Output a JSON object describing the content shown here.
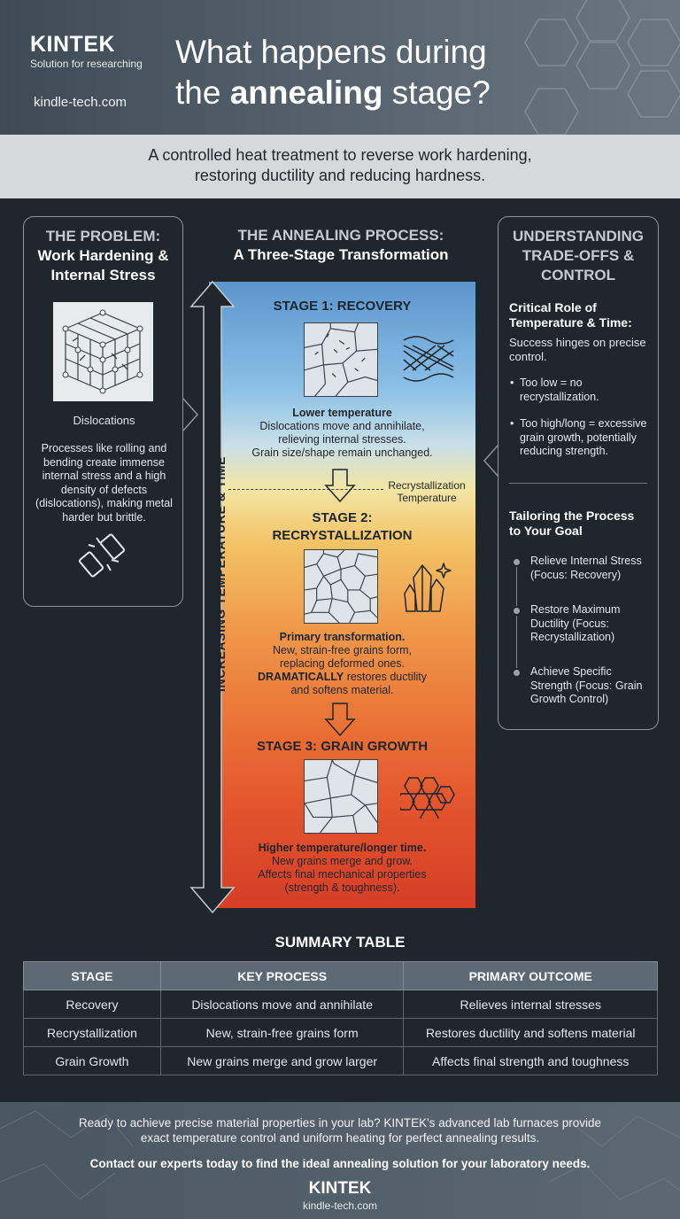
{
  "header": {
    "brand": "KINTEK",
    "tagline": "Solution for researching",
    "website": "kindle-tech.com",
    "title_pre": "What happens during",
    "title_line2_pre": "the ",
    "title_emphasis": "annealing",
    "title_line2_post": " stage?"
  },
  "subtitle": {
    "line1": "A controlled heat treatment to reverse work hardening,",
    "line2": "restoring ductility and reducing hardness."
  },
  "problem": {
    "heading": "THE PROBLEM:",
    "subheading_1": "Work Hardening &",
    "subheading_2": "Internal Stress",
    "image_label": "Dislocations",
    "text": "Processes like rolling and bending create immense internal stress and a high density of defects (dislocations), making metal harder but brittle.",
    "icon": "broken-link-icon"
  },
  "process": {
    "heading": "THE ANNEALING PROCESS:",
    "subheading": "A Three-Stage Transformation",
    "axis_label": "INCREASING TEMPERATURE & TIME",
    "recrystallization_temp_1": "Recrystallization",
    "recrystallization_temp_2": "Temperature",
    "stages": [
      {
        "title": "STAGE 1: RECOVERY",
        "lead": "Lower temperature",
        "desc_1": "Dislocations move and annihilate,",
        "desc_2": "relieving internal stresses.",
        "desc_3": "Grain size/shape remain unchanged.",
        "icon": "lattice-wave-icon"
      },
      {
        "title_1": "STAGE 2:",
        "title_2": "RECRYSTALLIZATION",
        "lead": "Primary transformation.",
        "desc_1": "New, strain-free grains form,",
        "desc_2": "replacing deformed ones.",
        "desc_3_bold": "DRAMATICALLY",
        "desc_3_rest": " restores ductility",
        "desc_4": "and softens material.",
        "icon": "crystal-icon"
      },
      {
        "title": "STAGE 3: GRAIN GROWTH",
        "lead": "Higher temperature/longer time.",
        "desc_1": "New grains merge and grow.",
        "desc_2": "Affects final mechanical properties",
        "desc_3": "(strength & toughness).",
        "icon": "hexagon-cluster-icon"
      }
    ]
  },
  "tradeoffs": {
    "heading_1": "UNDERSTANDING",
    "heading_2": "TRADE-OFFS &",
    "heading_3": "CONTROL",
    "critical_title_1": "Critical Role of",
    "critical_title_2": "Temperature & Time:",
    "critical_text_1": "Success hinges on precise",
    "critical_text_2": "control.",
    "bullet_1_a": "Too low = no",
    "bullet_1_b": "recrystallization.",
    "bullet_2_a": "Too high/long = excessive",
    "bullet_2_b": "grain growth, potentially",
    "bullet_2_c": "reducing strength.",
    "tailor_title_1": "Tailoring the Process",
    "tailor_title_2": "to Your Goal",
    "goals": [
      {
        "a": "Relieve Internal Stress",
        "b": "(Focus: Recovery)",
        "c": ""
      },
      {
        "a": "Restore Maximum",
        "b": "Ductility (Focus:",
        "c": "Recrystallization)"
      },
      {
        "a": "Achieve Specific",
        "b": "Strength (Focus: Grain",
        "c": "Growth Control)"
      }
    ]
  },
  "summary": {
    "title": "SUMMARY TABLE",
    "headers": [
      "STAGE",
      "KEY PROCESS",
      "PRIMARY OUTCOME"
    ],
    "rows": [
      [
        "Recovery",
        "Dislocations move and annihilate",
        "Relieves internal stresses"
      ],
      [
        "Recrystallization",
        "New, strain-free grains form",
        "Restores ductility and softens material"
      ],
      [
        "Grain Growth",
        "New grains merge and grow larger",
        "Affects final strength and toughness"
      ]
    ]
  },
  "footer": {
    "text_1": "Ready to achieve precise material properties in your lab? KINTEK's advanced lab furnaces provide",
    "text_2": "exact temperature control and uniform heating for perfect annealing results.",
    "cta": "Contact our experts today to find the ideal annealing solution for your laboratory needs.",
    "brand": "KINTEK",
    "website": "kindle-tech.com"
  }
}
